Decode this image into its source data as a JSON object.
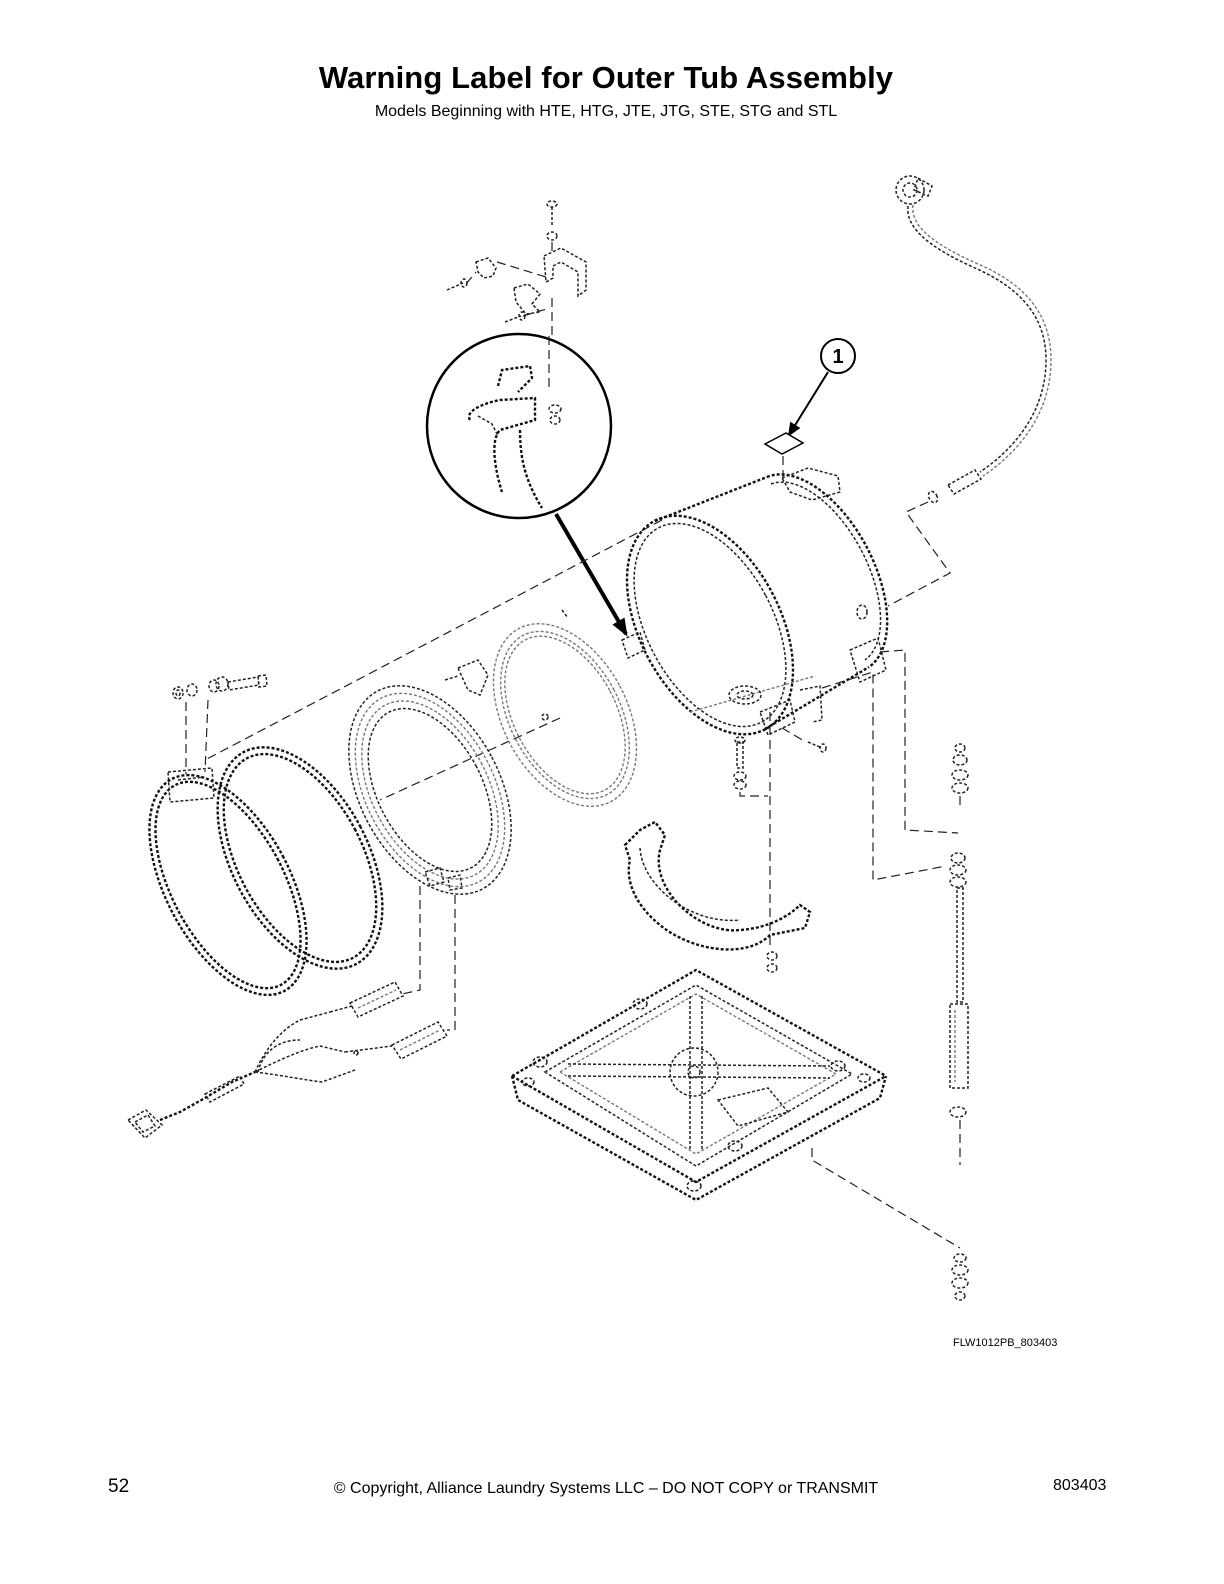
{
  "page": {
    "title": "Warning Label for Outer Tub Assembly",
    "subtitle": "Models Beginning with HTE, HTG, JTE, JTG, STE, STG and STL"
  },
  "diagram": {
    "callouts": [
      {
        "number": "1"
      }
    ],
    "figure_id": "FLW1012PB_803403"
  },
  "footer": {
    "page_number": "52",
    "copyright": "© Copyright, Alliance Laundry Systems LLC – DO NOT COPY or TRANSMIT",
    "doc_number": "803403"
  }
}
